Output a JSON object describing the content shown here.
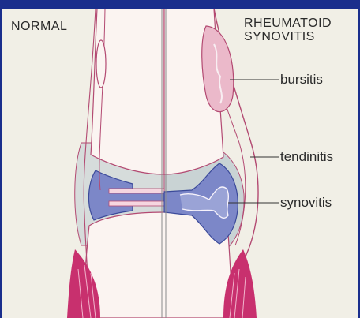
{
  "titles": {
    "left": "NORMAL",
    "right_line1": "RHEUMATOID",
    "right_line2": "SYNOVITIS"
  },
  "labels": {
    "bursitis": "bursitis",
    "tendinitis": "tendinitis",
    "synovitis": "synovitis"
  },
  "colors": {
    "border": "#1a2e8c",
    "background": "#f1efe6",
    "cartilage": "#f6d6e0",
    "synovial_fluid": "#7c87c8",
    "capsule": "#c9d3d4",
    "muscle": "#c8306e",
    "outline": "#b34a72"
  }
}
